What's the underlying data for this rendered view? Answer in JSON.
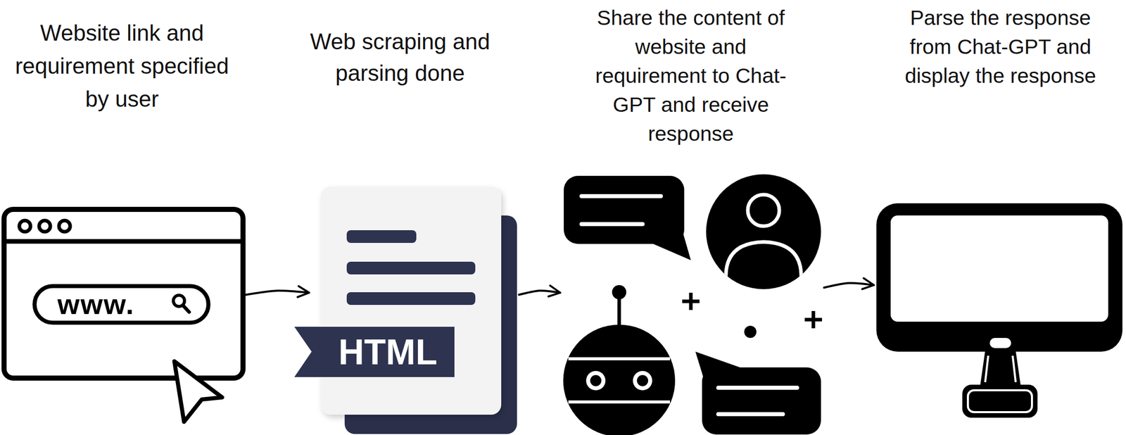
{
  "diagram": {
    "nodes": [
      {
        "text": [
          "Website link and requirement specified by user",
          "www."
        ]
      },
      {
        "text": [
          "Web scraping and parsing done",
          "HTML"
        ]
      },
      {
        "text": [
          "Share the content of website and requirement to Chat-GPT and receive response"
        ]
      },
      {
        "text": [
          "Parse the response from Chat-GPT and display the response"
        ]
      }
    ],
    "edges": [
      {
        "from": 0,
        "to": 1,
        "arrow": "to"
      },
      {
        "from": 1,
        "to": 2,
        "arrow": "to"
      },
      {
        "from": 2,
        "to": 3,
        "arrow": "to"
      }
    ]
  }
}
